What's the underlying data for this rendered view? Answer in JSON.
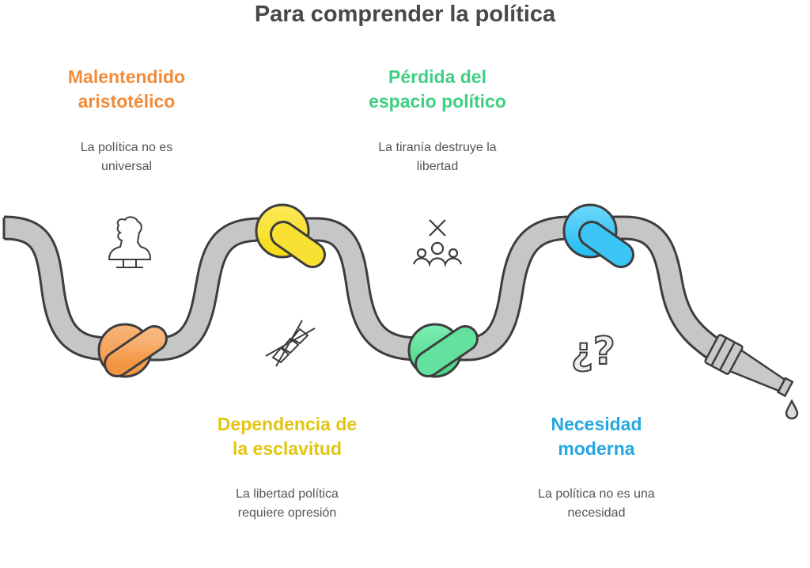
{
  "title": "Para comprender la política",
  "colors": {
    "orange": "#f39a4c",
    "yellow": "#f7df2c",
    "green": "#52d98f",
    "blue": "#2ec0f2",
    "hose": "#c6c6c6",
    "outline": "#3d3d3d"
  },
  "items": [
    {
      "heading_line1": "Malentendido",
      "heading_line2": "aristotélico",
      "desc_line1": "La política no es",
      "desc_line2": "universal",
      "color": "#f08c3a",
      "icon": "philosopher-bust-icon"
    },
    {
      "heading_line1": "Dependencia de",
      "heading_line2": "la esclavitud",
      "desc_line1": "La libertad política",
      "desc_line2": "requiere opresión",
      "color": "#e2c512",
      "icon": "chain-icon"
    },
    {
      "heading_line1": "Pérdida del",
      "heading_line2": "espacio político",
      "desc_line1": "La tiranía destruye la",
      "desc_line2": "libertad",
      "color": "#3fcf82",
      "icon": "group-cross-icon"
    },
    {
      "heading_line1": "Necesidad",
      "heading_line2": "moderna",
      "desc_line1": "La política no es una",
      "desc_line2": "necesidad",
      "color": "#22a8e2",
      "icon": "question-marks-icon"
    }
  ]
}
